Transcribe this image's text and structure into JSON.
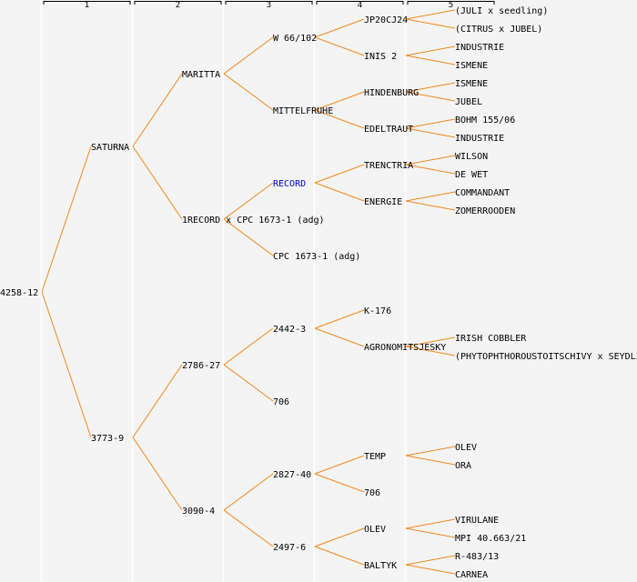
{
  "generation_headers": [
    "1",
    "2",
    "3",
    "4",
    "5"
  ],
  "colors": {
    "line": "#f08a1c",
    "text": "#000000",
    "link": "#0000cc",
    "separator": "#ffffff",
    "background": "#f4f4f4"
  },
  "pedigree": {
    "name": "4258-12",
    "children": [
      {
        "name": "SATURNA",
        "children": [
          {
            "name": "MARITTA",
            "children": [
              {
                "name": "W 66/102",
                "children": [
                  {
                    "name": "JP20CJ24",
                    "children": [
                      {
                        "name": "(JULI x seedling)"
                      },
                      {
                        "name": "(CITRUS x JUBEL)"
                      }
                    ]
                  },
                  {
                    "name": "INIS 2",
                    "children": [
                      {
                        "name": "INDUSTRIE"
                      },
                      {
                        "name": "ISMENE"
                      }
                    ]
                  }
                ]
              },
              {
                "name": "MITTELFRUHE",
                "children": [
                  {
                    "name": "HINDENBURG",
                    "children": [
                      {
                        "name": "ISMENE"
                      },
                      {
                        "name": "JUBEL"
                      }
                    ]
                  },
                  {
                    "name": "EDELTRAUT",
                    "children": [
                      {
                        "name": "BOHM 155/06"
                      },
                      {
                        "name": "INDUSTRIE"
                      }
                    ]
                  }
                ]
              }
            ]
          },
          {
            "name": "1RECORD x CPC 1673-1 (adg)",
            "children": [
              {
                "name": "RECORD",
                "link": true,
                "children": [
                  {
                    "name": "TRENCTRIA",
                    "children": [
                      {
                        "name": "WILSON"
                      },
                      {
                        "name": "DE WET"
                      }
                    ]
                  },
                  {
                    "name": "ENERGIE",
                    "children": [
                      {
                        "name": "COMMANDANT"
                      },
                      {
                        "name": "ZOMERROODEN"
                      }
                    ]
                  }
                ]
              },
              {
                "name": "CPC 1673-1 (adg)"
              }
            ]
          }
        ]
      },
      {
        "name": "3773-9",
        "children": [
          {
            "name": "2786-27",
            "children": [
              {
                "name": "2442-3",
                "children": [
                  {
                    "name": "K-176"
                  },
                  {
                    "name": "AGRONOMITSJESKY",
                    "children": [
                      {
                        "name": "IRISH COBBLER"
                      },
                      {
                        "name": "(PHYTOPHTHOROUSTOITSCHIVY x SEYDLITZ)"
                      }
                    ]
                  }
                ]
              },
              {
                "name": "706"
              }
            ]
          },
          {
            "name": "3090-4",
            "children": [
              {
                "name": "2827-40",
                "children": [
                  {
                    "name": "TEMP",
                    "children": [
                      {
                        "name": "OLEV"
                      },
                      {
                        "name": "ORA"
                      }
                    ]
                  },
                  {
                    "name": "706"
                  }
                ]
              },
              {
                "name": "2497-6",
                "children": [
                  {
                    "name": "OLEV",
                    "children": [
                      {
                        "name": "VIRULANE"
                      },
                      {
                        "name": "MPI 40.663/21"
                      }
                    ]
                  },
                  {
                    "name": "BALTYK",
                    "children": [
                      {
                        "name": "R-483/13"
                      },
                      {
                        "name": "CARNEA"
                      }
                    ]
                  }
                ]
              }
            ]
          }
        ]
      }
    ]
  }
}
